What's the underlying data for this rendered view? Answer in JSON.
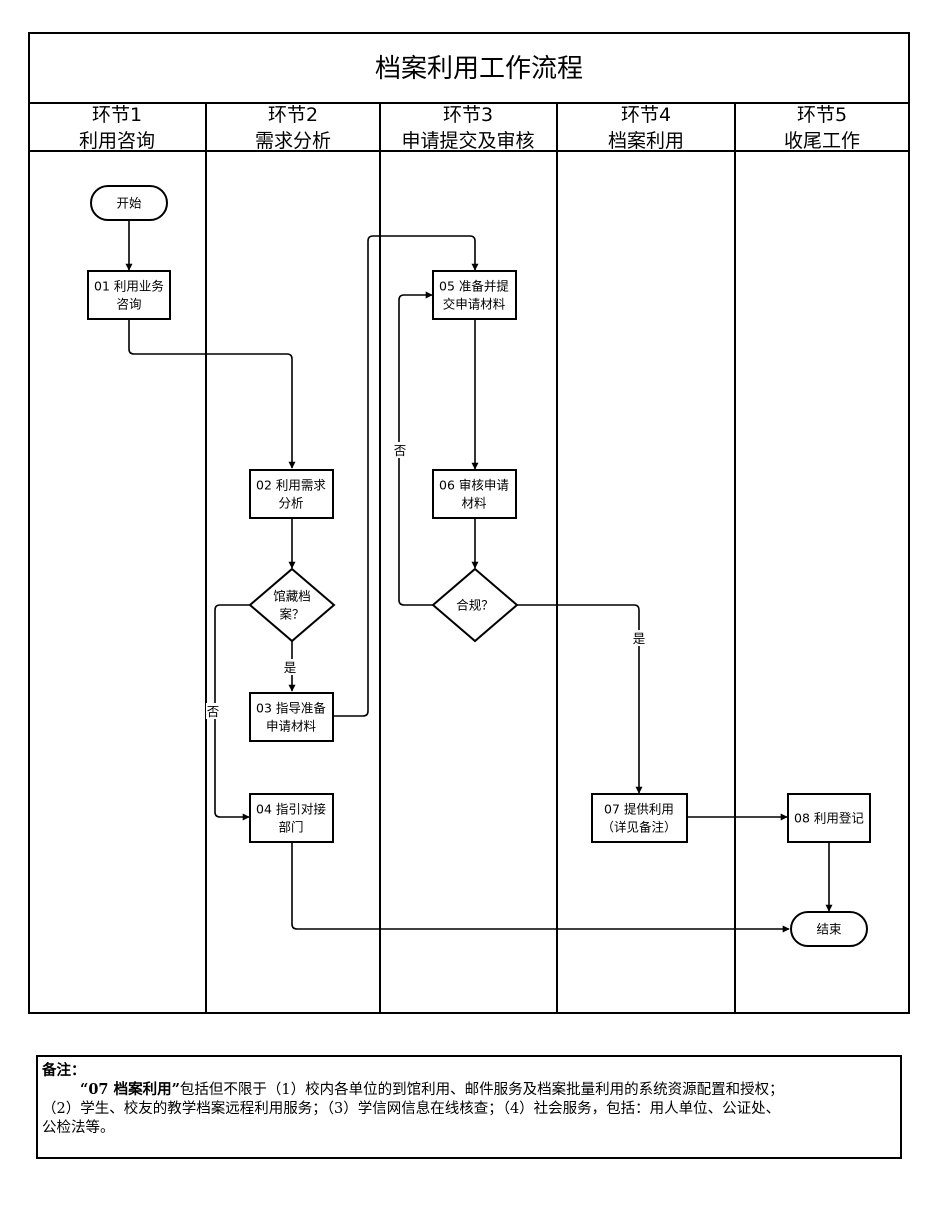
{
  "title": "档案利用工作流程",
  "lanes": [
    {
      "step": "环节1",
      "name": "利用咨询"
    },
    {
      "step": "环节2",
      "name": "需求分析"
    },
    {
      "step": "环节3",
      "name": "申请提交及审核"
    },
    {
      "step": "环节4",
      "name": "档案利用"
    },
    {
      "step": "环节5",
      "name": "收尾工作"
    }
  ],
  "nodes": {
    "start": {
      "type": "terminal",
      "text": [
        "开始"
      ]
    },
    "n01": {
      "type": "process",
      "text": [
        "01 利用业务",
        "咨询"
      ]
    },
    "n02": {
      "type": "process",
      "text": [
        "02 利用需求",
        "分析"
      ]
    },
    "d1": {
      "type": "decision",
      "text": [
        "馆藏档",
        "案？"
      ]
    },
    "n03": {
      "type": "process",
      "text": [
        "03 指导准备",
        "申请材料"
      ]
    },
    "n04": {
      "type": "process",
      "text": [
        "04 指引对接",
        "部门"
      ]
    },
    "n05": {
      "type": "process",
      "text": [
        "05 准备并提",
        "交申请材料"
      ]
    },
    "n06": {
      "type": "process",
      "text": [
        "06 审核申请",
        "材料"
      ]
    },
    "d2": {
      "type": "decision",
      "text": [
        "合规？"
      ]
    },
    "n07": {
      "type": "process",
      "text": [
        "07 提供利用",
        "（详见备注）"
      ]
    },
    "n08": {
      "type": "process",
      "text": [
        "08 利用登记"
      ]
    },
    "end": {
      "type": "terminal",
      "text": [
        "结束"
      ]
    }
  },
  "edges": [
    {
      "from": "start",
      "to": "n01",
      "label": ""
    },
    {
      "from": "n01",
      "to": "n02",
      "label": ""
    },
    {
      "from": "n02",
      "to": "d1",
      "label": ""
    },
    {
      "from": "d1",
      "to": "n03",
      "label": "是"
    },
    {
      "from": "d1",
      "to": "n04",
      "label": "否"
    },
    {
      "from": "n03",
      "to": "n05",
      "label": ""
    },
    {
      "from": "n05",
      "to": "n06",
      "label": ""
    },
    {
      "from": "n06",
      "to": "d2",
      "label": ""
    },
    {
      "from": "d2",
      "to": "n05",
      "label": "否"
    },
    {
      "from": "d2",
      "to": "n07",
      "label": "是"
    },
    {
      "from": "n07",
      "to": "n08",
      "label": ""
    },
    {
      "from": "n08",
      "to": "end",
      "label": ""
    },
    {
      "from": "n04",
      "to": "end",
      "label": ""
    }
  ],
  "note": {
    "title": "备注：",
    "keyword": "“07 档案利用”",
    "line1": "包括但不限于（1）校内各单位的到馆利用、邮件服务及档案批量利用的系统资源配置和授权；",
    "line2": "（2）学生、校友的教学档案远程利用服务；（3）学信网信息在线核查；（4）社会服务，包括：用人单位、公证处、",
    "line3": "公检法等。"
  }
}
